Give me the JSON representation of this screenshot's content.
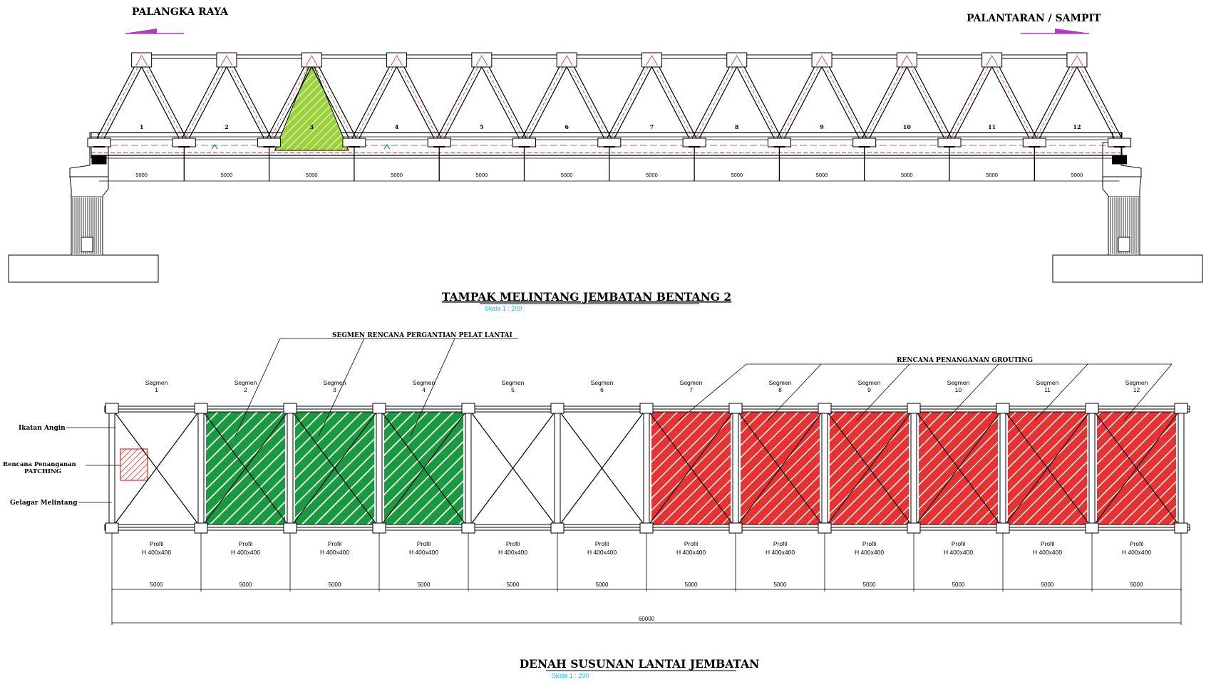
{
  "direction_left": "PALANGKA RAYA",
  "direction_right": "PALANTARAN / SAMPIT",
  "elevation": {
    "title": "TAMPAK MELINTANG JEMBATAN BENTANG 2",
    "scale": "Skala 1 : 200",
    "panel_numbers": [
      "1",
      "2",
      "3",
      "4",
      "5",
      "6",
      "7",
      "8",
      "9",
      "10",
      "11",
      "12"
    ],
    "panel_length": "5000",
    "highlighted_panel": 3
  },
  "plan": {
    "title": "DENAH SUSUNAN LANTAI JEMBATAN",
    "scale": "Skala 1 : 200",
    "segment_word": "Segmen",
    "segments": [
      "1",
      "2",
      "3",
      "4",
      "5",
      "6",
      "7",
      "8",
      "9",
      "10",
      "11",
      "12"
    ],
    "profile_line1": "Profil",
    "profile_line2": "H 400x400",
    "segment_length": "5000",
    "total_length": "60000",
    "green_segments": [
      2,
      3,
      4
    ],
    "red_segments": [
      7,
      8,
      9,
      10,
      11,
      12
    ],
    "patch_segment": 1
  },
  "labels": {
    "plate_replacement": "SEGMEN RENCANA PERGANTIAN PELAT LANTAI",
    "grouting": "RENCANA PENANGANAN GROUTING",
    "wind_bracing": "Ikatan Angin",
    "patching_line1": "Rencana Penanganan",
    "patching_line2": "PATCHING",
    "cross_girder": "Gelagar Melintang"
  },
  "colors": {
    "green_fill": "#1a9a3e",
    "red_fill": "#e83232",
    "highlight_fill": "#9bd33a",
    "arrow": "#b33ac4",
    "scale_text": "#18c4de",
    "truss_red": "#d43030"
  }
}
